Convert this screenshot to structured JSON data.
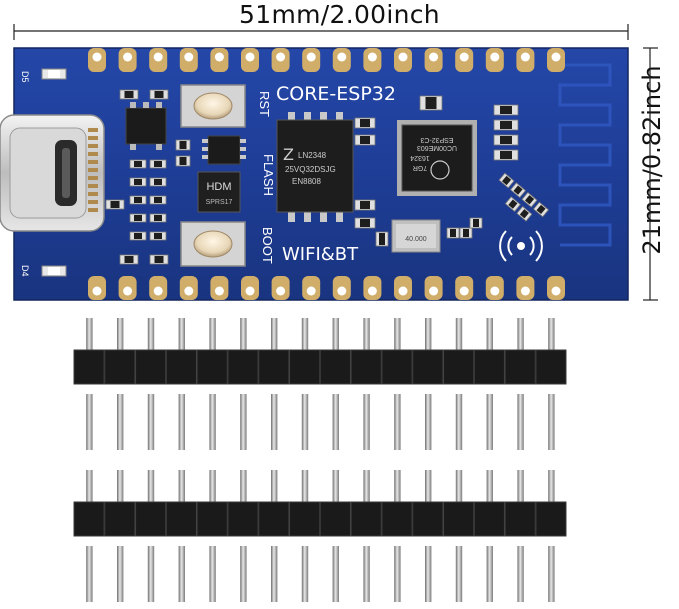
{
  "dimensions": {
    "width_label": "51mm/2.00inch",
    "height_label": "21mm/0.82inch"
  },
  "board": {
    "name": "CORE-ESP32",
    "wireless": "WIFI&BT",
    "button_rst": "RST",
    "button_flash": "FLASH",
    "button_boot": "BOOT",
    "led_d5": "D5",
    "led_d4": "D4",
    "flash_chip_lines": [
      "LN2348",
      "25VQ32DSJG",
      "EN8808"
    ],
    "soc_chip_lines": [
      "ESP32-C3",
      "UC00ME603",
      "16324",
      "7GR"
    ],
    "chip_hdm_lines": [
      "HDM",
      "SPRS17"
    ],
    "crystal_label": "40.000",
    "pcb_color": "#1e3d96",
    "pad_color": "#d1ad6a",
    "silk_color": "#ffffff"
  },
  "pin_headers": {
    "rows": 2,
    "pins_per_row": 16
  }
}
